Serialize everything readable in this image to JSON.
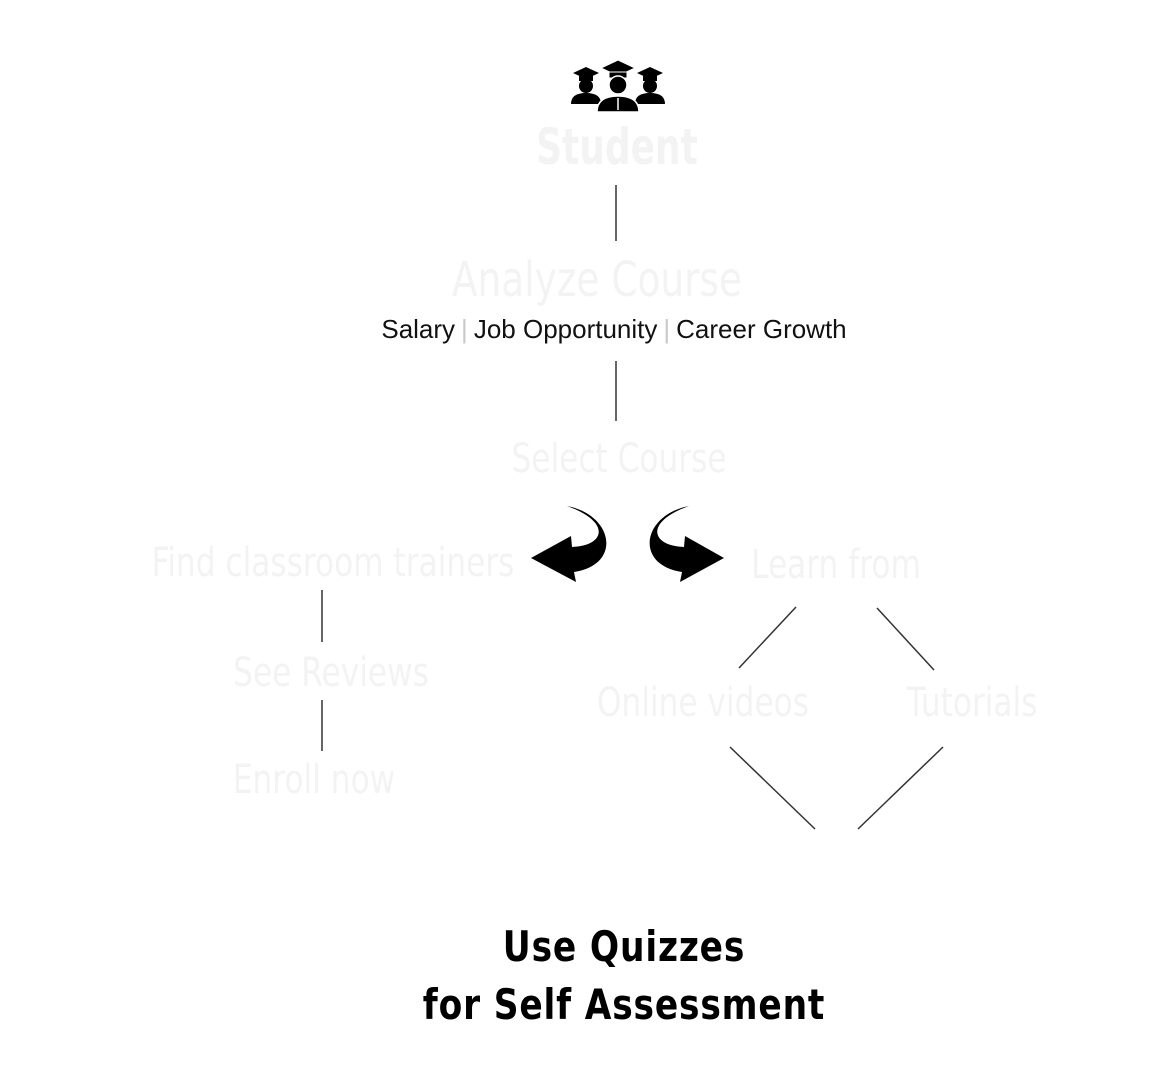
{
  "nodes": {
    "student": "Student",
    "analyze_course": "Analyze Course",
    "select_course": "Select Course",
    "find_classroom_trainers": "Find classroom trainers",
    "learn_from": "Learn from",
    "see_reviews": "See Reviews",
    "enroll_now": "Enroll now",
    "online_videos": "Online videos",
    "tutorials": "Tutorials"
  },
  "criteria": {
    "item1": "Salary",
    "item2": "Job Opportunity",
    "item3": "Career Growth",
    "separator": "|"
  },
  "final": {
    "line1": "Use Quizzes",
    "line2": "for Self Assessment"
  },
  "icons": {
    "top": "graduates-group-icon",
    "left_arrow": "curved-arrow-left-icon",
    "right_arrow": "curved-arrow-right-icon"
  },
  "colors": {
    "faded_text": "#f3f3f3",
    "line": "#333333",
    "separator": "#c8c8c8"
  }
}
